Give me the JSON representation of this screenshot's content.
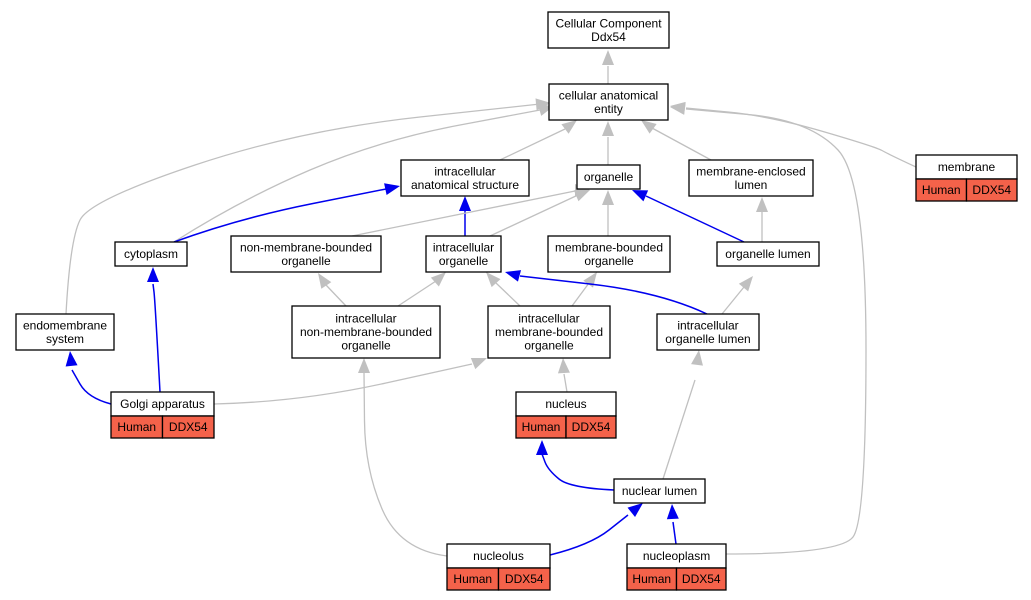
{
  "colors": {
    "gray_edge": "#c0c0c0",
    "blue_edge": "#0000ee",
    "annotation_fill": "#f4624a"
  },
  "nodes": {
    "root": {
      "lines": [
        "Cellular Component",
        "Ddx54"
      ]
    },
    "cae": {
      "lines": [
        "cellular anatomical",
        "entity"
      ]
    },
    "ias": {
      "lines": [
        "intracellular",
        "anatomical structure"
      ]
    },
    "organelle": {
      "lines": [
        "organelle"
      ]
    },
    "mel": {
      "lines": [
        "membrane-enclosed",
        "lumen"
      ]
    },
    "membrane": {
      "lines": [
        "membrane"
      ],
      "tags": [
        "Human",
        "DDX54"
      ]
    },
    "cytoplasm": {
      "lines": [
        "cytoplasm"
      ]
    },
    "nmbo": {
      "lines": [
        "non-membrane-bounded",
        "organelle"
      ]
    },
    "io": {
      "lines": [
        "intracellular",
        "organelle"
      ]
    },
    "mbo": {
      "lines": [
        "membrane-bounded",
        "organelle"
      ]
    },
    "ol": {
      "lines": [
        "organelle lumen"
      ]
    },
    "es": {
      "lines": [
        "endomembrane",
        "system"
      ]
    },
    "inmbo": {
      "lines": [
        "intracellular",
        "non-membrane-bounded",
        "organelle"
      ]
    },
    "imbo": {
      "lines": [
        "intracellular",
        "membrane-bounded",
        "organelle"
      ]
    },
    "iol": {
      "lines": [
        "intracellular",
        "organelle lumen"
      ]
    },
    "golgi": {
      "lines": [
        "Golgi apparatus"
      ],
      "tags": [
        "Human",
        "DDX54"
      ]
    },
    "nucleus": {
      "lines": [
        "nucleus"
      ],
      "tags": [
        "Human",
        "DDX54"
      ]
    },
    "nl": {
      "lines": [
        "nuclear lumen"
      ]
    },
    "nucleolus": {
      "lines": [
        "nucleolus"
      ],
      "tags": [
        "Human",
        "DDX54"
      ]
    },
    "nucleoplasm": {
      "lines": [
        "nucleoplasm"
      ],
      "tags": [
        "Human",
        "DDX54"
      ]
    }
  },
  "edges": [
    {
      "from": "cae",
      "to": "root",
      "kind": "is_a"
    },
    {
      "from": "ias",
      "to": "cae",
      "kind": "is_a"
    },
    {
      "from": "organelle",
      "to": "cae",
      "kind": "is_a"
    },
    {
      "from": "mel",
      "to": "cae",
      "kind": "is_a"
    },
    {
      "from": "membrane",
      "to": "cae",
      "kind": "is_a"
    },
    {
      "from": "cytoplasm",
      "to": "cae",
      "kind": "is_a"
    },
    {
      "from": "es",
      "to": "cae",
      "kind": "is_a"
    },
    {
      "from": "nucleoplasm",
      "to": "cae",
      "kind": "is_a"
    },
    {
      "from": "cytoplasm",
      "to": "ias",
      "kind": "part_of"
    },
    {
      "from": "io",
      "to": "ias",
      "kind": "part_of"
    },
    {
      "from": "nmbo",
      "to": "organelle",
      "kind": "is_a"
    },
    {
      "from": "io",
      "to": "organelle",
      "kind": "is_a"
    },
    {
      "from": "mbo",
      "to": "organelle",
      "kind": "is_a"
    },
    {
      "from": "ol",
      "to": "organelle",
      "kind": "part_of"
    },
    {
      "from": "ol",
      "to": "mel",
      "kind": "is_a"
    },
    {
      "from": "inmbo",
      "to": "nmbo",
      "kind": "is_a"
    },
    {
      "from": "inmbo",
      "to": "io",
      "kind": "is_a"
    },
    {
      "from": "imbo",
      "to": "io",
      "kind": "is_a"
    },
    {
      "from": "imbo",
      "to": "mbo",
      "kind": "is_a"
    },
    {
      "from": "iol",
      "to": "io",
      "kind": "part_of"
    },
    {
      "from": "iol",
      "to": "ol",
      "kind": "is_a"
    },
    {
      "from": "golgi",
      "to": "cytoplasm",
      "kind": "part_of"
    },
    {
      "from": "golgi",
      "to": "es",
      "kind": "part_of"
    },
    {
      "from": "golgi",
      "to": "imbo",
      "kind": "is_a"
    },
    {
      "from": "nucleus",
      "to": "imbo",
      "kind": "is_a"
    },
    {
      "from": "nl",
      "to": "nucleus",
      "kind": "part_of"
    },
    {
      "from": "nl",
      "to": "iol",
      "kind": "is_a"
    },
    {
      "from": "nucleolus",
      "to": "nl",
      "kind": "part_of"
    },
    {
      "from": "nucleolus",
      "to": "inmbo",
      "kind": "is_a"
    },
    {
      "from": "nucleoplasm",
      "to": "nl",
      "kind": "part_of"
    }
  ]
}
